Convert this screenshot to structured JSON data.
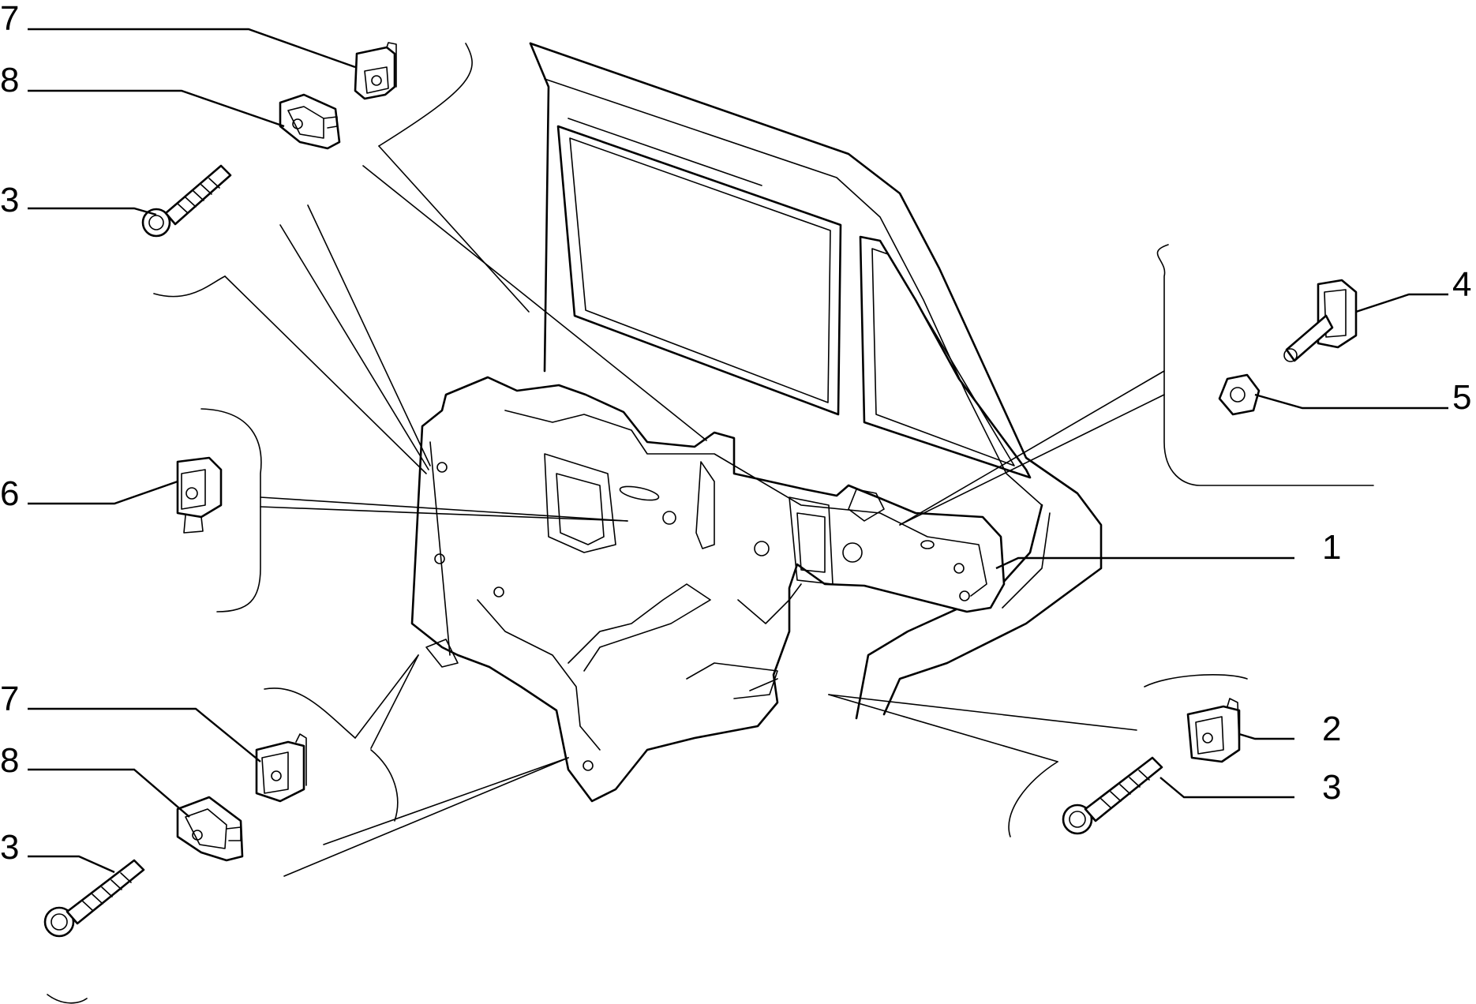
{
  "callouts": [
    {
      "id": "c7a",
      "label": "7"
    },
    {
      "id": "c8a",
      "label": "8"
    },
    {
      "id": "c3a",
      "label": "3"
    },
    {
      "id": "c6",
      "label": "6"
    },
    {
      "id": "c7b",
      "label": "7"
    },
    {
      "id": "c8b",
      "label": "8"
    },
    {
      "id": "c3b",
      "label": "3"
    },
    {
      "id": "c4",
      "label": "4"
    },
    {
      "id": "c5",
      "label": "5"
    },
    {
      "id": "c1",
      "label": "1"
    },
    {
      "id": "c2",
      "label": "2"
    },
    {
      "id": "c3c",
      "label": "3"
    }
  ]
}
